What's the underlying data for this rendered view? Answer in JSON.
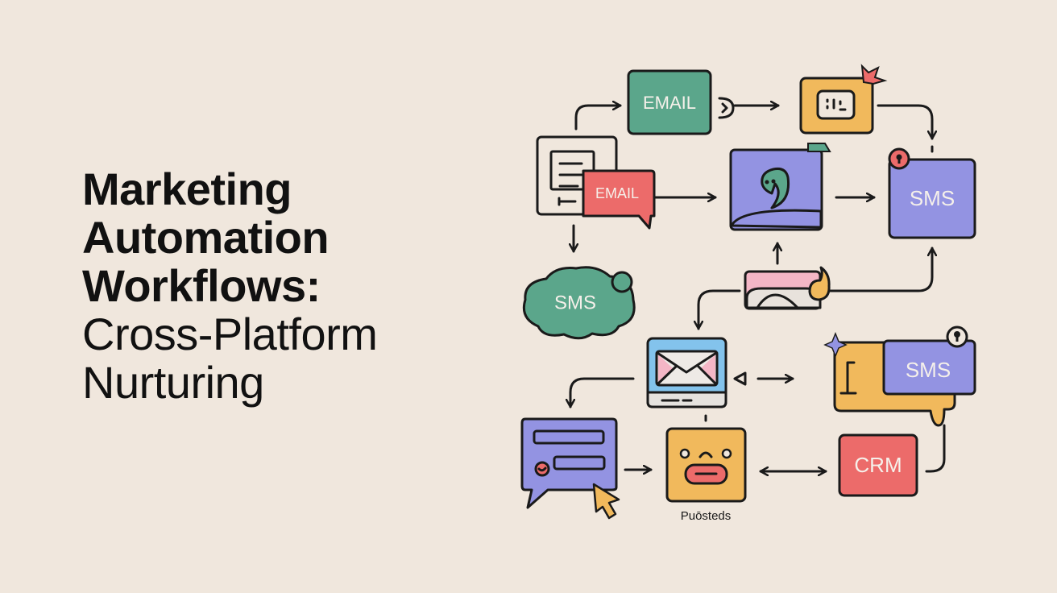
{
  "title": {
    "line1": "Marketing",
    "line2": "Automation",
    "line3": "Workflows:",
    "line4": "Cross-Platform",
    "line5": "Nurturing"
  },
  "nodes": {
    "email_top": "EMAIL",
    "email_bubble": "EMAIL",
    "sms_right": "SMS",
    "sms_cloud": "SMS",
    "sms_chat": "SMS",
    "crm": "CRM",
    "face_caption": "Puōsteds"
  },
  "colors": {
    "background": "#f0e7dd",
    "green": "#5ba68b",
    "yellow": "#f1b95c",
    "purple": "#9393e2",
    "red": "#ec6b6a",
    "blue": "#83c3ec",
    "pink": "#f4b6c6"
  }
}
